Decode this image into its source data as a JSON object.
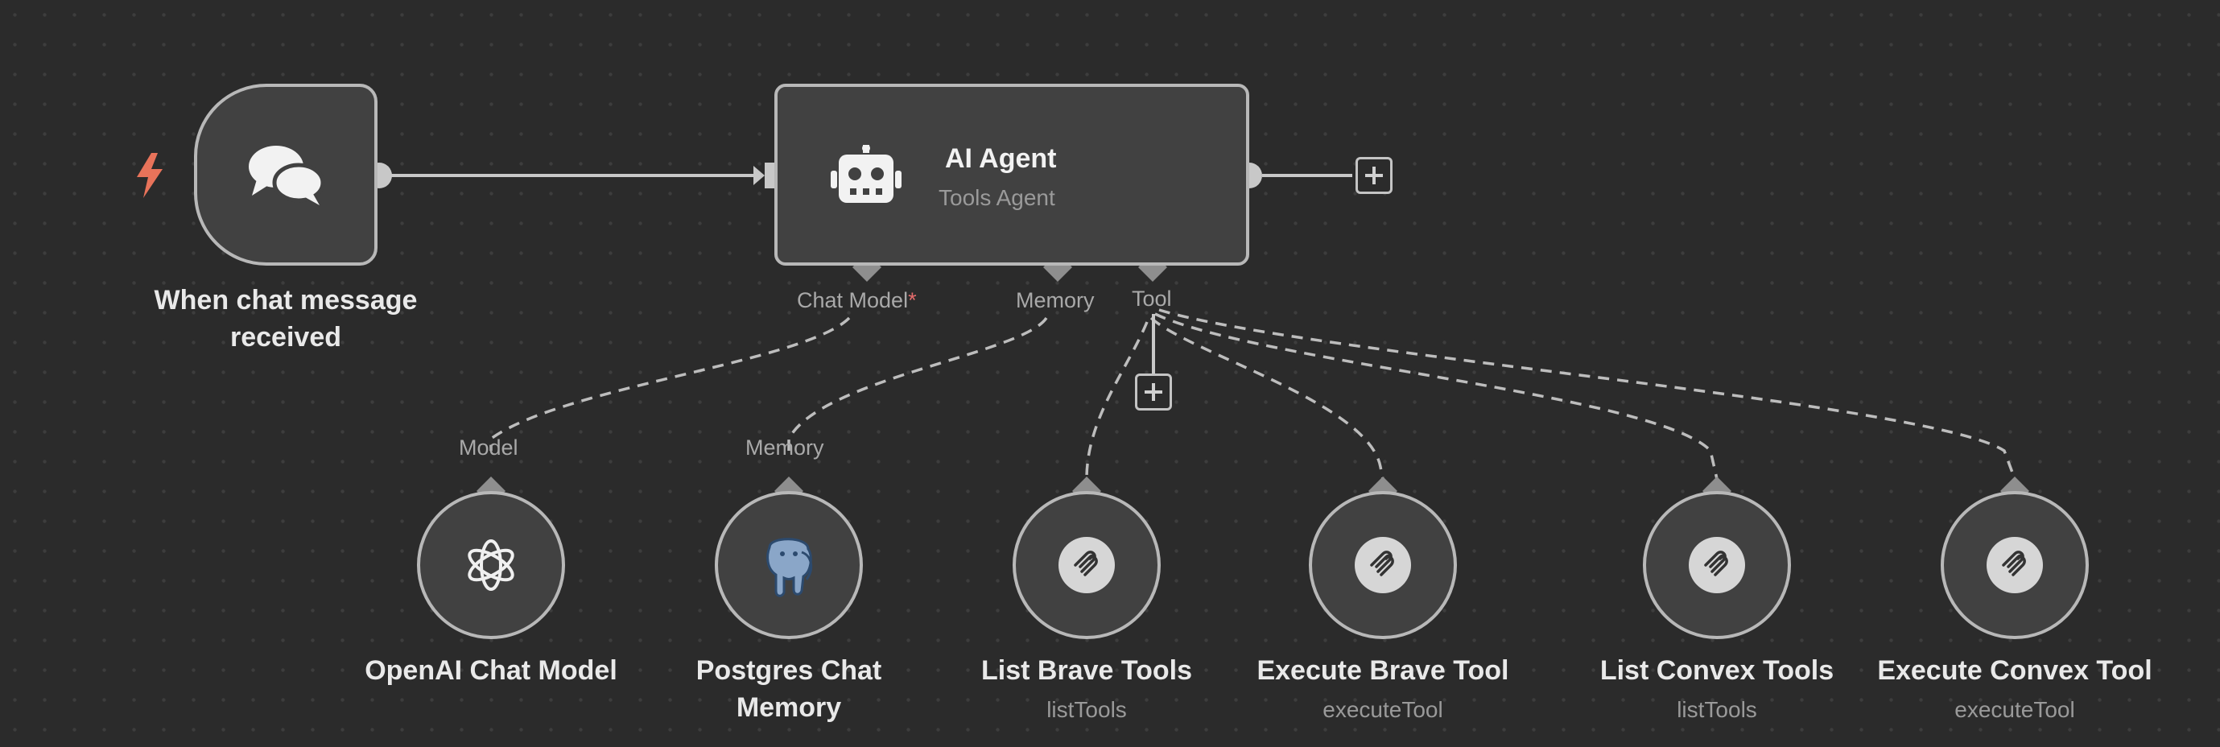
{
  "trigger": {
    "label_line1": "When chat message",
    "label_line2": "received",
    "icon": "chat-bubbles-icon",
    "badge_icon": "lightning-bolt-icon"
  },
  "agent": {
    "title": "AI Agent",
    "subtitle": "Tools Agent",
    "icon": "robot-icon"
  },
  "agent_ports": {
    "chat_model": "Chat Model",
    "required_mark": "*",
    "memory": "Memory",
    "tool": "Tool"
  },
  "sub_nodes": [
    {
      "port_label": "Model",
      "label_line1": "OpenAI Chat Model",
      "label_line2": "",
      "sub": "",
      "icon": "openai-icon"
    },
    {
      "port_label": "Memory",
      "label_line1": "Postgres Chat",
      "label_line2": "Memory",
      "sub": "",
      "icon": "postgres-elephant-icon"
    },
    {
      "port_label": "",
      "label_line1": "List Brave Tools",
      "label_line2": "",
      "sub": "listTools",
      "icon": "mcp-tool-icon"
    },
    {
      "port_label": "",
      "label_line1": "Execute Brave Tool",
      "label_line2": "",
      "sub": "executeTool",
      "icon": "mcp-tool-icon"
    },
    {
      "port_label": "",
      "label_line1": "List Convex Tools",
      "label_line2": "",
      "sub": "listTools",
      "icon": "mcp-tool-icon"
    },
    {
      "port_label": "",
      "label_line1": "Execute Convex Tool",
      "label_line2": "",
      "sub": "executeTool",
      "icon": "mcp-tool-icon"
    }
  ],
  "colors": {
    "background": "#2b2b2b",
    "node_fill": "#414141",
    "node_border": "#b8b8b8",
    "connector": "#c8c8c8",
    "required": "#e36b6b",
    "trigger_bolt": "#e8735a"
  }
}
